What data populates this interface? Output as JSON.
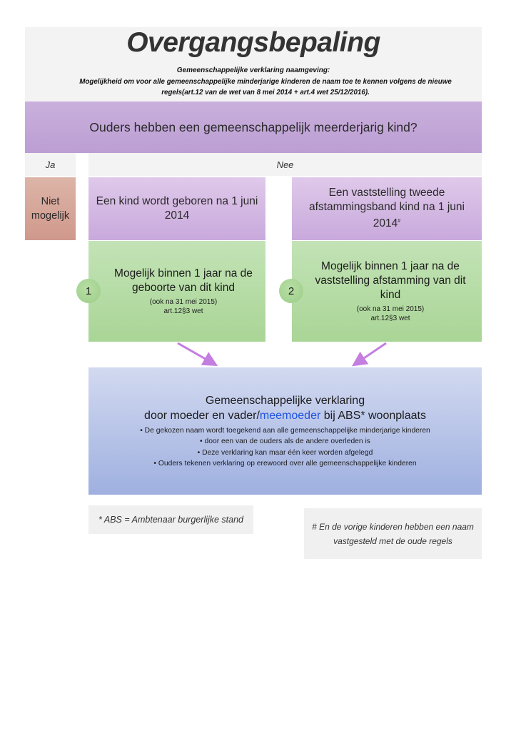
{
  "header": {
    "title": "Overgangsbepaling",
    "subtitle": "Gemeenschappelijke verklaring naamgeving:",
    "description_line1": "Mogelijkheid om voor alle gemeenschappelijke minderjarige kinderen de naam toe te kennen volgens de nieuwe",
    "description_line2": "regels(art.12 van de wet van 8 mei 2014 + art.4 wet 25/12/2016)."
  },
  "question": "Ouders hebben een gemeenschappelijk meerderjarig kind?",
  "answers": {
    "yes": "Ja",
    "no": "Nee"
  },
  "niet_mogelijk": {
    "line1": "Niet",
    "line2": "mogelijk"
  },
  "option1": {
    "line1": "Een kind wordt geboren na 1 juni",
    "line2": "2014",
    "number": "1",
    "main_line1": "Mogelijk binnen 1 jaar na de",
    "main_line2": "geboorte van dit kind",
    "note1": "(ook na 31 mei 2015)",
    "note2": "art.12§3 wet"
  },
  "option2": {
    "line1": "Een vaststelling tweede",
    "line2": "afstammingsband kind na 1 juni",
    "line3": "2014",
    "line3_mark": "#",
    "number": "2",
    "main_line1": "Mogelijk binnen 1 jaar na de",
    "main_line2": "vaststelling afstamming van dit",
    "main_line3": "kind",
    "note1": "(ook na 31 mei 2015)",
    "note2": "art.12§3 wet"
  },
  "result": {
    "title_line1": "Gemeenschappelijke verklaring",
    "title_line2_pre": "door moeder en vader/",
    "title_line2_highlight": "meemoeder",
    "title_line2_post": " bij ABS* woonplaats",
    "bullets": [
      "• De gekozen naam wordt toegekend aan alle gemeenschappelijke minderjarige kinderen",
      "• door een van de ouders als de andere overleden is",
      "• Deze verklaring kan maar één keer worden afgelegd",
      "• Ouders tekenen verklaring op erewoord over alle gemeenschappelijke kinderen"
    ],
    "highlight_color": "#1f55e0"
  },
  "footnotes": {
    "abs": "* ABS = Ambtenaar burgerlijke stand",
    "hash_line1": "# En de vorige kinderen hebben een naam",
    "hash_line2": "vastgesteld met de oude regels"
  }
}
